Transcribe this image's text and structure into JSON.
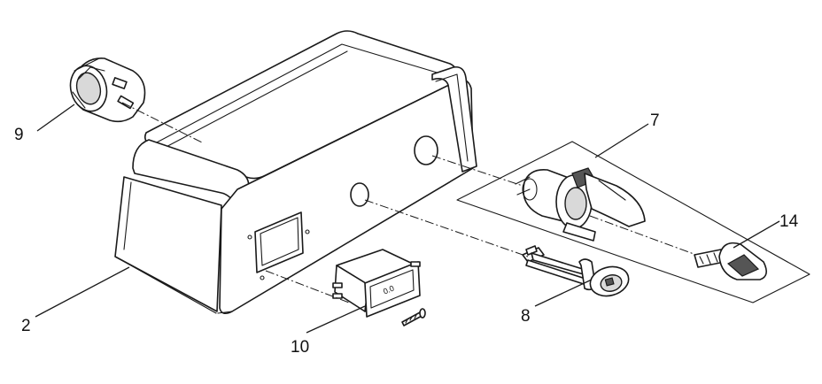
{
  "diagram": {
    "labels": {
      "part_2": "2",
      "part_7": "7",
      "part_8": "8",
      "part_9": "9",
      "part_10": "10",
      "part_14": "14"
    },
    "meter_display": "0.0"
  }
}
